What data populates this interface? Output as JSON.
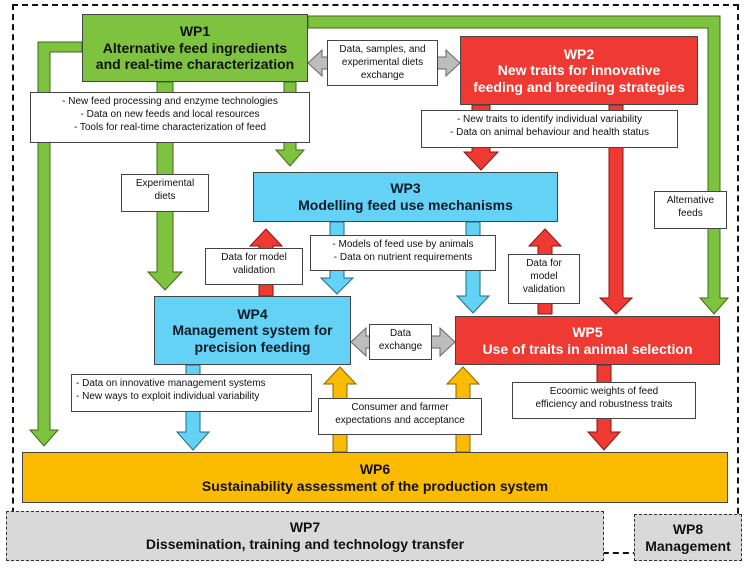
{
  "wp1": {
    "id": "WP1",
    "title_line1": "Alternative feed ingredients",
    "title_line2": "and real-time characterization",
    "color": "#7ec33f"
  },
  "wp2": {
    "id": "WP2",
    "title_line1": "New traits for innovative",
    "title_line2": "feeding and breeding strategies",
    "color": "#ee3a33"
  },
  "wp3": {
    "id": "WP3",
    "title_line1": "Modelling feed use mechanisms",
    "color": "#64d2f4"
  },
  "wp4": {
    "id": "WP4",
    "title_line1": "Management system for",
    "title_line2": "precision feeding",
    "color": "#64d2f4"
  },
  "wp5": {
    "id": "WP5",
    "title_line1": "Use of traits in animal selection",
    "color": "#ee3a33"
  },
  "wp6": {
    "id": "WP6",
    "title_line1": "Sustainability assessment of the production system",
    "color": "#fbbb00"
  },
  "wp7": {
    "id": "WP7",
    "title_line1": "Dissemination, training and technology transfer",
    "color": "#d9d9d9"
  },
  "wp8": {
    "id": "WP8",
    "title_line1": "Management",
    "color": "#d9d9d9"
  },
  "notes": {
    "wp1_wp2_exchange": [
      "Data, samples, and",
      "experimental diets",
      "exchange"
    ],
    "wp1_outputs": [
      "- New feed processing and enzyme technologies",
      "- Data on new feeds and local resources",
      "- Tools for real-time characterization of feed"
    ],
    "wp2_outputs": [
      "- New traits to identify individual variability",
      "- Data on animal behaviour and health status"
    ],
    "experimental_diets": [
      "Experimental",
      "diets"
    ],
    "alternative_feeds": [
      "Alternative",
      "feeds"
    ],
    "validation_wp4": [
      "Data for model",
      "validation"
    ],
    "wp3_outputs": [
      "- Models of feed use by animals",
      "- Data on nutrient requirements"
    ],
    "validation_wp5": [
      "Data for",
      "model",
      "validation"
    ],
    "data_exchange": [
      "Data",
      "exchange"
    ],
    "wp4_outputs": [
      "- Data on innovative management systems",
      "- New ways to exploit individual variability"
    ],
    "consumer": [
      "Consumer and farmer",
      "expectations and acceptance"
    ],
    "economic_weights": [
      "Ecoomic weights of feed",
      "efficiency and robustness  traits"
    ]
  },
  "colors": {
    "green": "#7ec33f",
    "red": "#ee3a33",
    "blue": "#64d2f4",
    "yellow": "#fbbb00",
    "grey": "#bdbdbd"
  }
}
